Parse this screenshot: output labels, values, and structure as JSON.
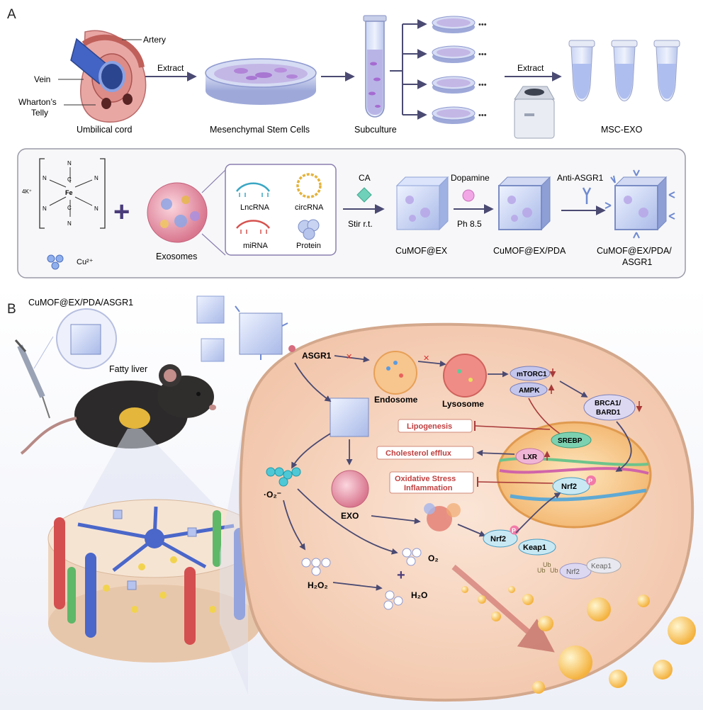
{
  "panel_a": {
    "letter": "A",
    "cord": {
      "artery": "Artery",
      "vein": "Vein",
      "wharton_line1": "Wharton’s",
      "wharton_line2": "Telly",
      "caption": "Umbilical cord"
    },
    "extract1": "Extract",
    "msc_caption": "Mesenchymal Stem Cells",
    "subculture_caption": "Subculture",
    "extract2": "Extract",
    "ellipsis": "•••",
    "msc_exo_caption": "MSC-EXO"
  },
  "synthesis": {
    "k4": "4K⁺",
    "n": "N",
    "c": "C",
    "fe": "Fe",
    "cu_label": "Cu²⁺",
    "exosomes_caption": "Exosomes",
    "cargo": {
      "lncrna": "LncRNA",
      "circrna": "circRNA",
      "mirna": "miRNA",
      "protein": "Protein"
    },
    "ca": "CA",
    "stir": "Stir r.t.",
    "cumof_ex": "CuMOF@EX",
    "dopamine": "Dopamine",
    "ph": "Ph 8.5",
    "cumof_ex_pda": "CuMOF@EX/PDA",
    "anti_asgr1": "Anti-ASGR1",
    "final_line1": "CuMOF@EX/PDA/",
    "final_line2": "ASGR1"
  },
  "panel_b": {
    "letter": "B",
    "nano_title": "CuMOF@EX/PDA/ASGR1",
    "fatty_liver": "Fatty liver",
    "cell": {
      "asgr1": "ASGR1",
      "endosome": "Endosome",
      "lysosome": "Lysosome",
      "mtorc1": "mTORC1",
      "ampk": "AMPK",
      "brca1_line1": "BRCA1/",
      "brca1_line2": "BARD1",
      "srebp": "SREBP",
      "lipogenesis": "Lipogenesis",
      "cholesterol_efflux": "Cholesterol efflux",
      "oxidative_line1": "Oxidative Stress",
      "oxidative_line2": "Inflammation",
      "lxr": "LXR",
      "nrf2": "Nrf2",
      "p": "P",
      "o2_radical": "·O₂⁻",
      "exo": "EXO",
      "o2": "O₂",
      "h2o2": "H₂O₂",
      "h2o": "H₂O",
      "keap1": "Keap1",
      "ub": "Ub"
    }
  },
  "colors": {
    "arrow": "#4a4a72",
    "inhibit": "#b03030",
    "cell_fill": "#f7d9c4",
    "label_border": "#d08a7a"
  }
}
